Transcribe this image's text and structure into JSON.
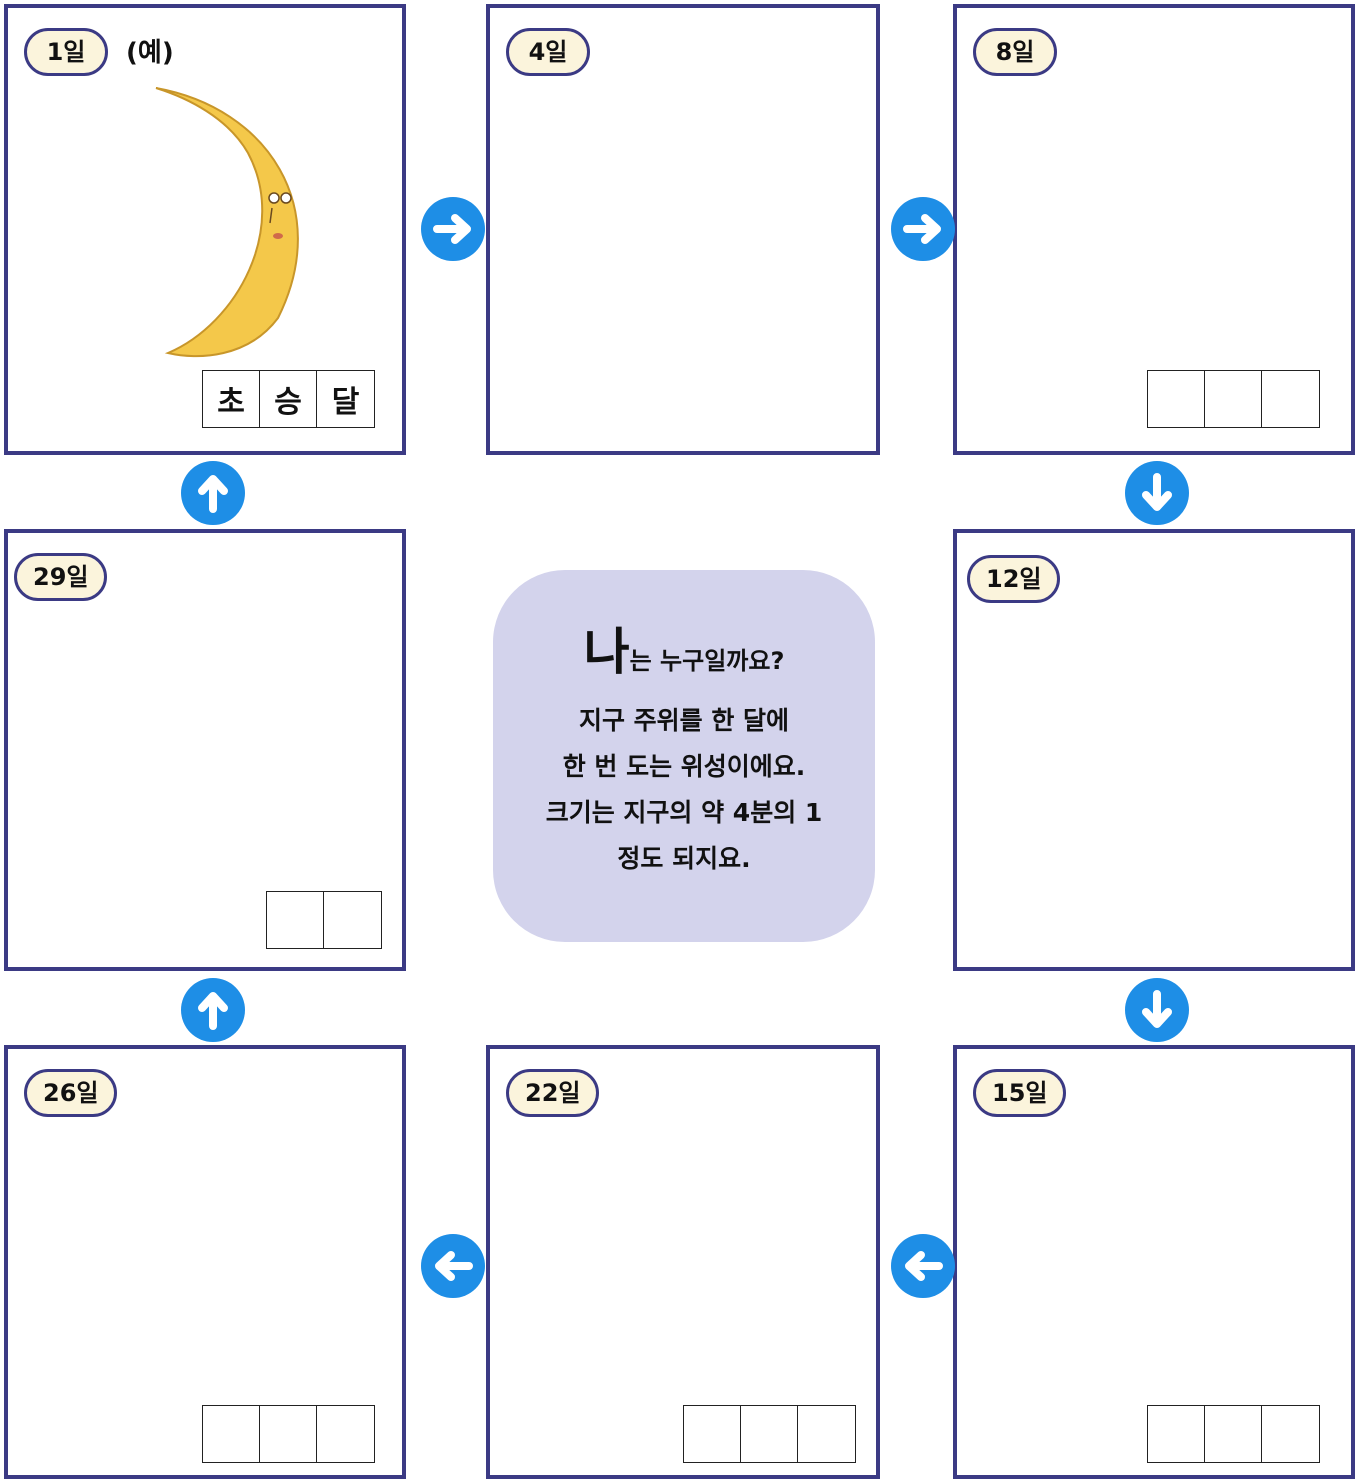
{
  "panels": {
    "day1": {
      "label": "1일",
      "example": "예",
      "answer": [
        "초",
        "승",
        "달"
      ]
    },
    "day4": {
      "label": "4일"
    },
    "day8": {
      "label": "8일",
      "answer": [
        "",
        "",
        ""
      ]
    },
    "day12": {
      "label": "12일"
    },
    "day15": {
      "label": "15일",
      "answer": [
        "",
        "",
        ""
      ]
    },
    "day22": {
      "label": "22일",
      "answer": [
        "",
        "",
        ""
      ]
    },
    "day26": {
      "label": "26일",
      "answer": [
        "",
        "",
        ""
      ]
    },
    "day29": {
      "label": "29일",
      "answer": [
        "",
        ""
      ]
    }
  },
  "riddle": {
    "title_big": "나",
    "title_rest": "는 누구일까요?",
    "lines": [
      "지구 주위를 한 달에",
      "한 번 도는 위성이에요.",
      "크기는 지구의 약 4분의 1",
      "정도 되지요."
    ]
  },
  "colors": {
    "border": "#3b3a84",
    "label_bg": "#fbf4dc",
    "arrow": "#1e8ee6",
    "riddle_bg": "#d3d3ec",
    "moon": "#f4c84a"
  },
  "icons": {
    "right": "arrow-right-icon",
    "down": "arrow-down-icon",
    "left": "arrow-left-icon",
    "up": "arrow-up-icon"
  }
}
